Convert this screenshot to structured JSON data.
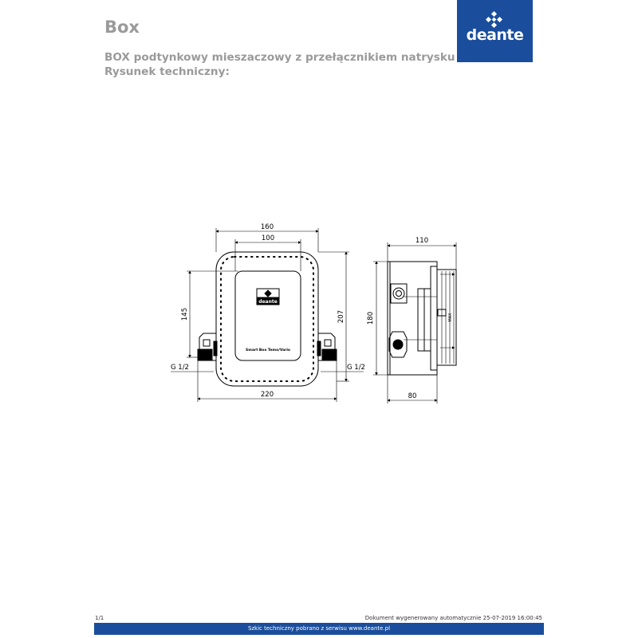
{
  "header": {
    "title": "Box",
    "subtitle_line1": "BOX podtynkowy mieszaczowy z przełącznikiem natrysku",
    "subtitle_line2": "Rysunek techniczny:"
  },
  "logo": {
    "text": "deante",
    "color": "#1a4e9c",
    "icon": "deante-diamond-icon"
  },
  "drawing": {
    "front_view": {
      "width_outer": "160",
      "width_inner": "100",
      "height_left": "145",
      "height_right": "207",
      "width_total": "220",
      "thread_left": "G 1/2",
      "thread_right": "G 1/2",
      "cover_brand": "deante",
      "cover_label": "Smart Box Temo/Vario"
    },
    "side_view": {
      "depth_total": "110",
      "height": "180",
      "depth_body": "80",
      "scale_label": "MAX"
    }
  },
  "footer": {
    "page": "1/1",
    "generated": "Dokument wygenerowany automatycznie 25-07-2019 16:00:45",
    "source": "Szkic techniczny pobrano z serwisu www.deante.pl",
    "bar_color": "#1a4e9c"
  }
}
